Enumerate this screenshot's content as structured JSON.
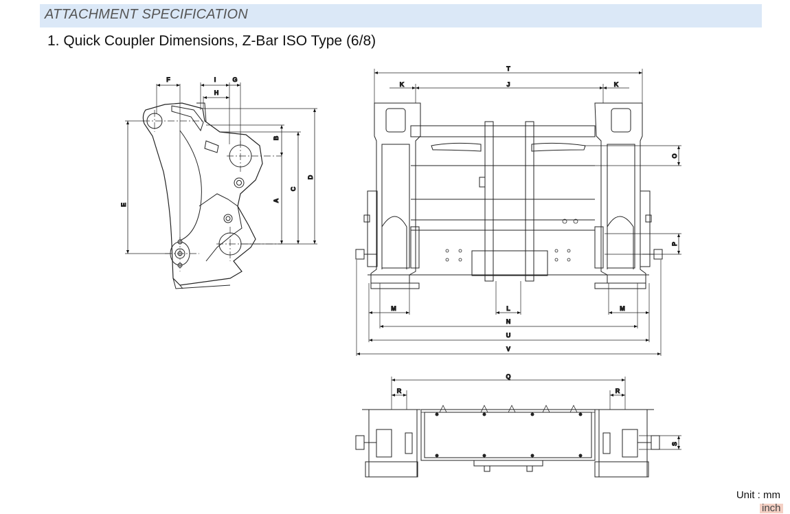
{
  "header": {
    "banner": "ATTACHMENT SPECIFICATION"
  },
  "section": {
    "title": "1. Quick Coupler Dimensions, Z-Bar ISO Type (6/8)"
  },
  "side_view_labels": {
    "a": "A",
    "b": "B",
    "c": "C",
    "d": "D",
    "e": "E",
    "f": "F",
    "g": "G",
    "h": "H",
    "i": "I"
  },
  "front_view_labels": {
    "t": "T",
    "k": "K",
    "j": "J",
    "o": "O",
    "p": "P",
    "m": "M",
    "l": "L",
    "n": "N",
    "u": "U",
    "v": "V"
  },
  "bottom_view_labels": {
    "q": "Q",
    "r": "R",
    "s": "S"
  },
  "units": {
    "metric": "Unit : mm",
    "imperial": "inch"
  }
}
